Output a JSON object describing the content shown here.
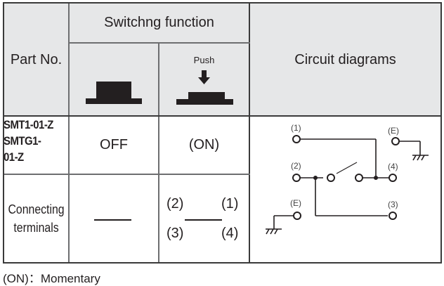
{
  "table": {
    "headers": {
      "part_no": "Part No.",
      "switching_function": "Switchng function",
      "push_label": "Push",
      "circuit_diagrams": "Circuit diagrams"
    },
    "icons": {
      "released": "button-released-icon",
      "pressed": "button-pressed-icon",
      "push_arrow": "down-arrow-icon"
    },
    "rows": [
      {
        "part_no_lines": [
          "SMT1-01-Z",
          "SMTG1-",
          "01-Z"
        ],
        "off_state": "OFF",
        "on_state": "(ON)"
      },
      {
        "label_lines": [
          "Connecting",
          "terminals"
        ],
        "off_connection": "—",
        "on_terminals": {
          "top_left": "(2)",
          "top_right": "(1)",
          "bottom_left": "(3)",
          "bottom_right": "(4)"
        }
      }
    ],
    "circuit": {
      "labels": {
        "t1": "(1)",
        "t2": "(2)",
        "t3": "(3)",
        "t4": "(4)",
        "e_top": "(E)",
        "e_bottom": "(E)"
      }
    }
  },
  "footer": {
    "note": "(ON)：Momentary"
  }
}
